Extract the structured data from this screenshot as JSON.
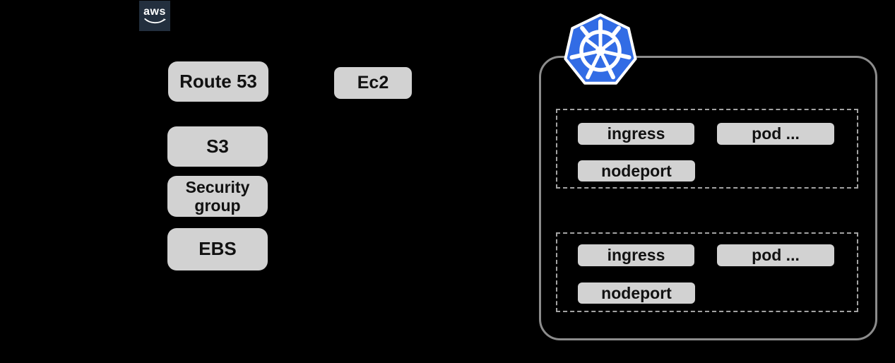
{
  "page": {
    "background": "#000000"
  },
  "aws": {
    "logo_text": "aws",
    "logo_bg": "#232f3e",
    "services": {
      "route53": "Route 53",
      "ec2": "Ec2",
      "s3": "S3",
      "security_group": "Security group",
      "ebs": "EBS"
    }
  },
  "kubernetes": {
    "brand_color": "#326ce5",
    "node_groups": [
      {
        "ingress": "ingress",
        "pod": "pod ...",
        "nodeport": "nodeport"
      },
      {
        "ingress": "ingress",
        "pod": "pod ...",
        "nodeport": "nodeport"
      }
    ]
  },
  "colors": {
    "service_box_fill": "#d2d2d2",
    "service_box_text": "#111111",
    "cluster_border": "#8c8c8c",
    "node_group_border": "#a3a3a3"
  }
}
